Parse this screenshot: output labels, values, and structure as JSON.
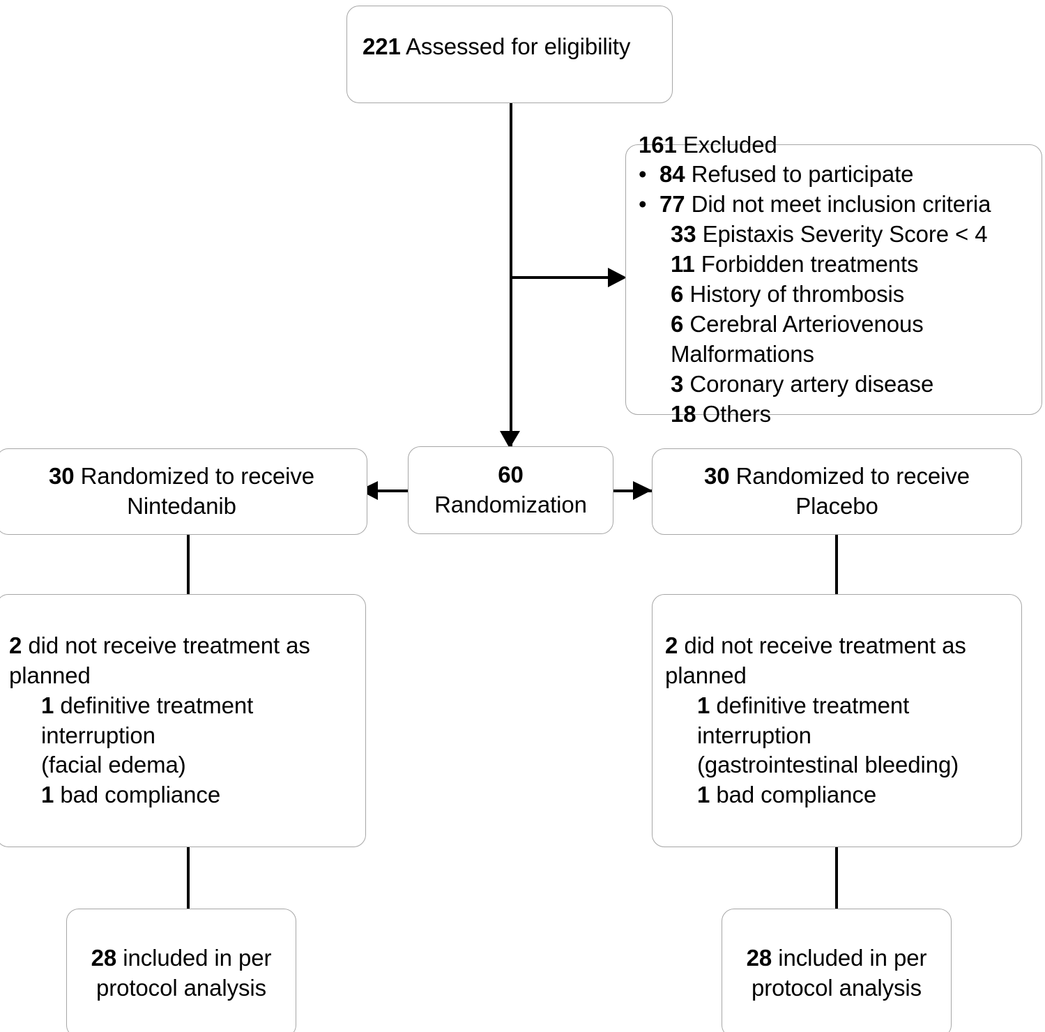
{
  "diagram": {
    "title": "CONSORT participant flow diagram",
    "colors": {
      "box_border": "#a6a6a6",
      "connector": "#000000",
      "background": "#ffffff",
      "text": "#000000"
    },
    "enrollment": {
      "assessed": {
        "count": "221",
        "label": "Assessed for eligibility"
      },
      "excluded": {
        "count": "161",
        "label": "Excluded",
        "reasons": [
          {
            "count": "84",
            "label": "Refused to participate",
            "bulleted": true
          },
          {
            "count": "77",
            "label": "Did not meet inclusion criteria",
            "bulleted": true
          }
        ],
        "criteria_details": [
          {
            "count": "33",
            "label": "Epistaxis Severity Score < 4"
          },
          {
            "count": "11",
            "label": "Forbidden treatments"
          },
          {
            "count": "6",
            "label": "History of thrombosis"
          },
          {
            "count": "6",
            "label": "Cerebral Arteriovenous Malformations"
          },
          {
            "count": "3",
            "label": "Coronary artery disease"
          },
          {
            "count": "18",
            "label": "Others"
          }
        ]
      }
    },
    "randomization": {
      "count": "60",
      "label": "Randomization"
    },
    "arms": {
      "left": {
        "allocation": {
          "count": "30",
          "label": "Randomized to receive",
          "treatment": "Nintedanib"
        },
        "deviation": {
          "count": "2",
          "label": "did not receive treatment as planned",
          "details": [
            {
              "count": "1",
              "label": "definitive treatment interruption",
              "note": "(facial edema)"
            },
            {
              "count": "1",
              "label": "bad compliance",
              "note": ""
            }
          ]
        },
        "analysis": {
          "count": "28",
          "label": "included in per protocol analysis"
        }
      },
      "right": {
        "allocation": {
          "count": "30",
          "label": "Randomized to receive",
          "treatment": "Placebo"
        },
        "deviation": {
          "count": "2",
          "label": "did not receive treatment as planned",
          "details": [
            {
              "count": "1",
              "label": "definitive treatment interruption",
              "note": "(gastrointestinal bleeding)"
            },
            {
              "count": "1",
              "label": "bad compliance",
              "note": ""
            }
          ]
        },
        "analysis": {
          "count": "28",
          "label": "included in per protocol analysis"
        }
      }
    }
  }
}
